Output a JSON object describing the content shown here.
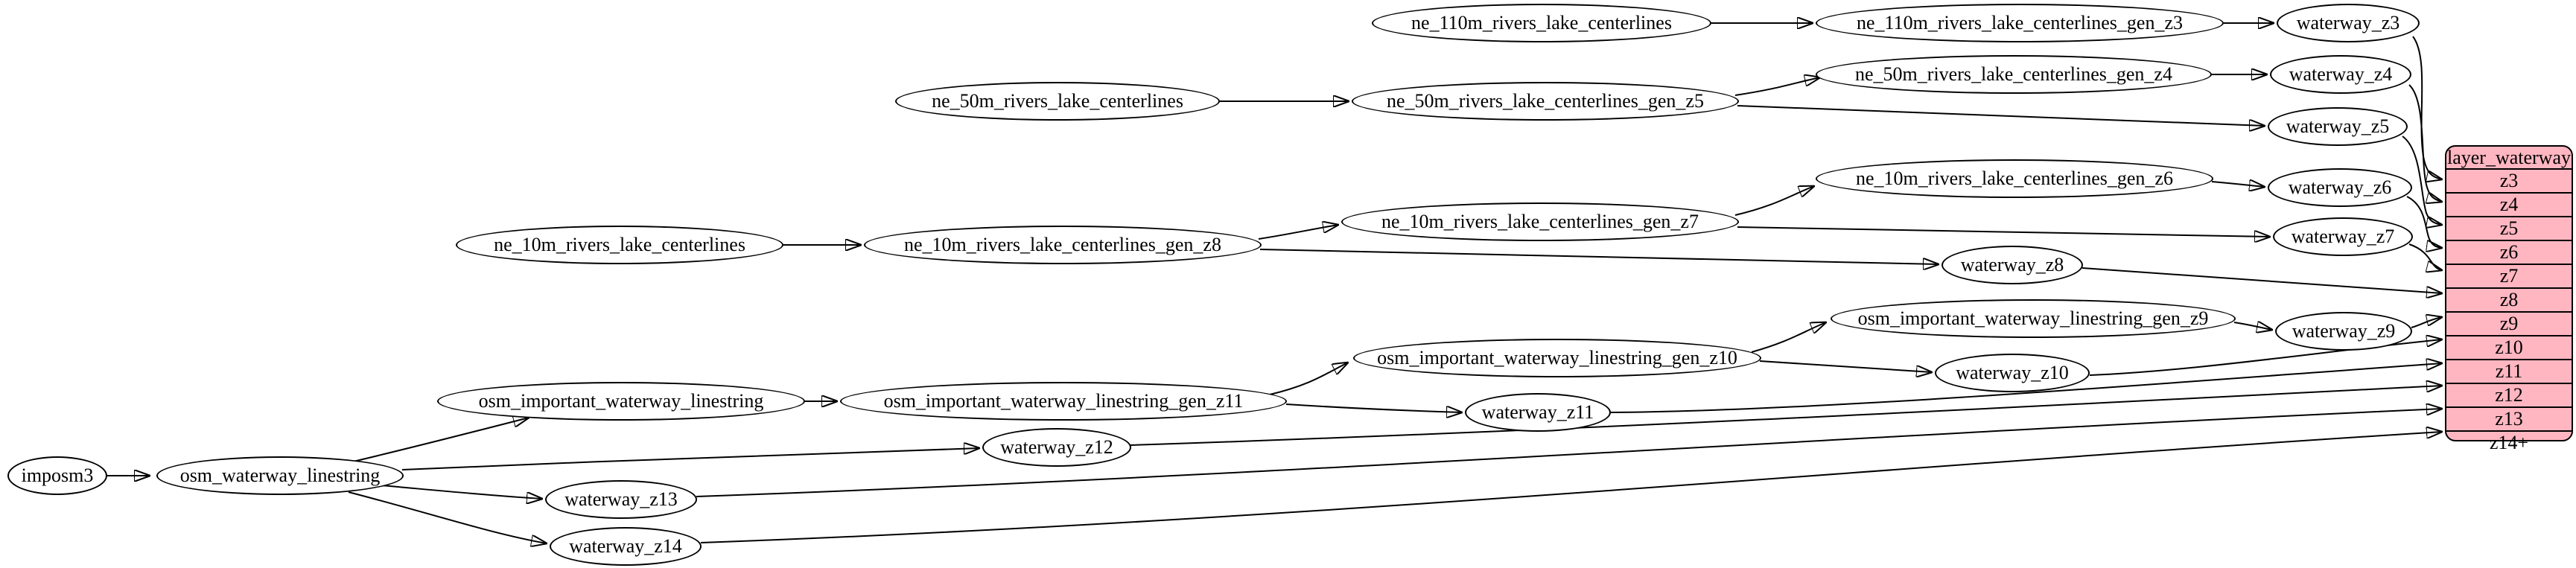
{
  "layer_table": {
    "title": "layer_waterway",
    "rows": [
      "z3",
      "z4",
      "z5",
      "z6",
      "z7",
      "z8",
      "z9",
      "z10",
      "z11",
      "z12",
      "z13",
      "z14+"
    ]
  },
  "nodes": {
    "imposm3": "imposm3",
    "osm_waterway_linestring": "osm_waterway_linestring",
    "osm_important_waterway_linestring": "osm_important_waterway_linestring",
    "osm_important_waterway_linestring_gen_z11": "osm_important_waterway_linestring_gen_z11",
    "osm_important_waterway_linestring_gen_z10": "osm_important_waterway_linestring_gen_z10",
    "osm_important_waterway_linestring_gen_z9": "osm_important_waterway_linestring_gen_z9",
    "ne_110m_rivers_lake_centerlines": "ne_110m_rivers_lake_centerlines",
    "ne_110m_rivers_lake_centerlines_gen_z3": "ne_110m_rivers_lake_centerlines_gen_z3",
    "ne_50m_rivers_lake_centerlines": "ne_50m_rivers_lake_centerlines",
    "ne_50m_rivers_lake_centerlines_gen_z5": "ne_50m_rivers_lake_centerlines_gen_z5",
    "ne_50m_rivers_lake_centerlines_gen_z4": "ne_50m_rivers_lake_centerlines_gen_z4",
    "ne_10m_rivers_lake_centerlines": "ne_10m_rivers_lake_centerlines",
    "ne_10m_rivers_lake_centerlines_gen_z8": "ne_10m_rivers_lake_centerlines_gen_z8",
    "ne_10m_rivers_lake_centerlines_gen_z7": "ne_10m_rivers_lake_centerlines_gen_z7",
    "ne_10m_rivers_lake_centerlines_gen_z6": "ne_10m_rivers_lake_centerlines_gen_z6",
    "waterway_z3": "waterway_z3",
    "waterway_z4": "waterway_z4",
    "waterway_z5": "waterway_z5",
    "waterway_z6": "waterway_z6",
    "waterway_z7": "waterway_z7",
    "waterway_z8": "waterway_z8",
    "waterway_z9": "waterway_z9",
    "waterway_z10": "waterway_z10",
    "waterway_z11": "waterway_z11",
    "waterway_z12": "waterway_z12",
    "waterway_z13": "waterway_z13",
    "waterway_z14": "waterway_z14"
  },
  "edges": [
    [
      "imposm3",
      "osm_waterway_linestring"
    ],
    [
      "osm_waterway_linestring",
      "osm_important_waterway_linestring"
    ],
    [
      "osm_waterway_linestring",
      "waterway_z12"
    ],
    [
      "osm_waterway_linestring",
      "waterway_z13"
    ],
    [
      "osm_waterway_linestring",
      "waterway_z14"
    ],
    [
      "osm_important_waterway_linestring",
      "osm_important_waterway_linestring_gen_z11"
    ],
    [
      "osm_important_waterway_linestring_gen_z11",
      "osm_important_waterway_linestring_gen_z10"
    ],
    [
      "osm_important_waterway_linestring_gen_z11",
      "waterway_z11"
    ],
    [
      "osm_important_waterway_linestring_gen_z10",
      "osm_important_waterway_linestring_gen_z9"
    ],
    [
      "osm_important_waterway_linestring_gen_z10",
      "waterway_z10"
    ],
    [
      "osm_important_waterway_linestring_gen_z9",
      "waterway_z9"
    ],
    [
      "ne_110m_rivers_lake_centerlines",
      "ne_110m_rivers_lake_centerlines_gen_z3"
    ],
    [
      "ne_110m_rivers_lake_centerlines_gen_z3",
      "waterway_z3"
    ],
    [
      "ne_50m_rivers_lake_centerlines",
      "ne_50m_rivers_lake_centerlines_gen_z5"
    ],
    [
      "ne_50m_rivers_lake_centerlines_gen_z5",
      "ne_50m_rivers_lake_centerlines_gen_z4"
    ],
    [
      "ne_50m_rivers_lake_centerlines_gen_z5",
      "waterway_z5"
    ],
    [
      "ne_50m_rivers_lake_centerlines_gen_z4",
      "waterway_z4"
    ],
    [
      "ne_10m_rivers_lake_centerlines",
      "ne_10m_rivers_lake_centerlines_gen_z8"
    ],
    [
      "ne_10m_rivers_lake_centerlines_gen_z8",
      "ne_10m_rivers_lake_centerlines_gen_z7"
    ],
    [
      "ne_10m_rivers_lake_centerlines_gen_z8",
      "waterway_z8"
    ],
    [
      "ne_10m_rivers_lake_centerlines_gen_z7",
      "ne_10m_rivers_lake_centerlines_gen_z6"
    ],
    [
      "ne_10m_rivers_lake_centerlines_gen_z7",
      "waterway_z7"
    ],
    [
      "ne_10m_rivers_lake_centerlines_gen_z6",
      "waterway_z6"
    ],
    [
      "waterway_z3",
      "layer_waterway:z3"
    ],
    [
      "waterway_z4",
      "layer_waterway:z4"
    ],
    [
      "waterway_z5",
      "layer_waterway:z5"
    ],
    [
      "waterway_z6",
      "layer_waterway:z6"
    ],
    [
      "waterway_z7",
      "layer_waterway:z7"
    ],
    [
      "waterway_z8",
      "layer_waterway:z8"
    ],
    [
      "waterway_z9",
      "layer_waterway:z9"
    ],
    [
      "waterway_z10",
      "layer_waterway:z10"
    ],
    [
      "waterway_z11",
      "layer_waterway:z11"
    ],
    [
      "waterway_z12",
      "layer_waterway:z12"
    ],
    [
      "waterway_z13",
      "layer_waterway:z13"
    ],
    [
      "waterway_z14",
      "layer_waterway:z14+"
    ]
  ],
  "colors": {
    "table_fill": "#ffb6c1",
    "node_fill": "#ffffff",
    "stroke": "#000000"
  }
}
